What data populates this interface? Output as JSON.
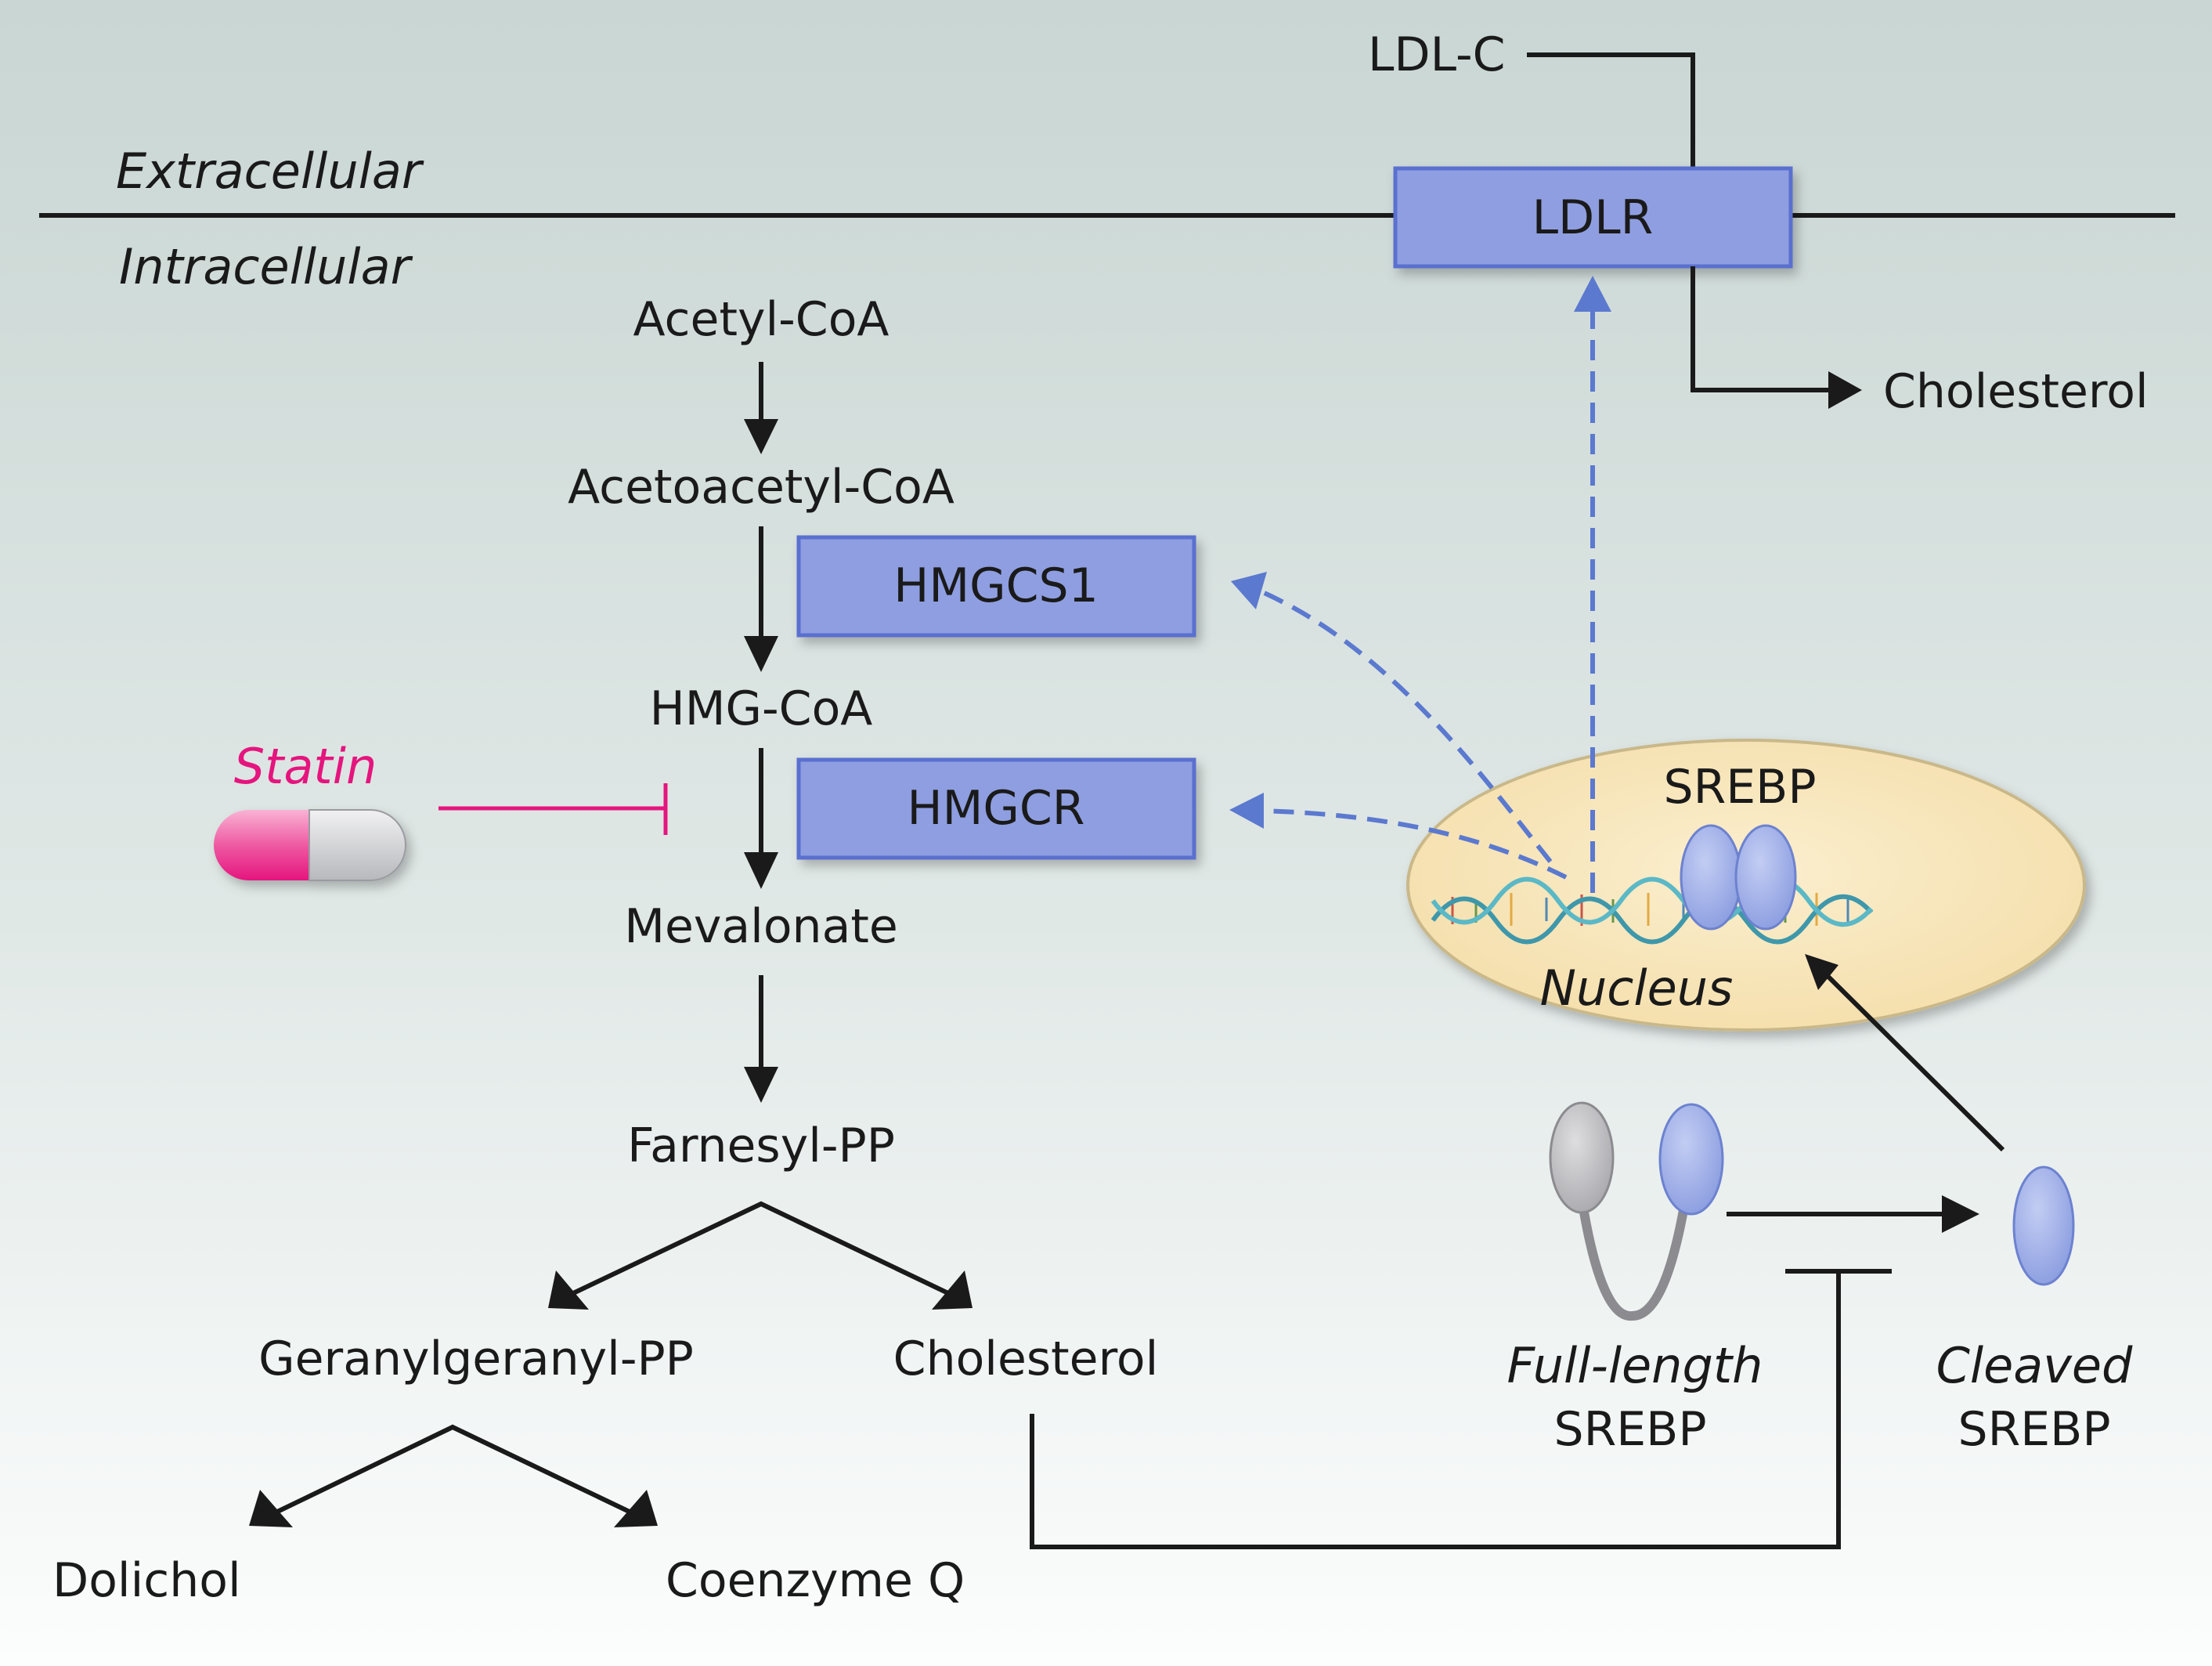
{
  "colors": {
    "background_top": "#c9d6d3",
    "background_bottom": "#fcfdfd",
    "box_fill": "#8e9ee0",
    "box_stroke": "#5a6fd0",
    "dashed_arrow": "#5b79cf",
    "statin": "#e5157e",
    "nucleus_fill": "#f4deaa",
    "srebp_blue": "#8b9de0",
    "srebp_gray": "#a9a9ad",
    "line": "#1a1a1a"
  },
  "regions": {
    "extracellular": "Extracellular",
    "intracellular": "Intracellular"
  },
  "pathway": {
    "acetyl_coa": "Acetyl-CoA",
    "acetoacetyl_coa": "Acetoacetyl-CoA",
    "hmg_coa": "HMG-CoA",
    "mevalonate": "Mevalonate",
    "farnesyl_pp": "Farnesyl-PP",
    "geranylgeranyl_pp": "Geranylgeranyl-PP",
    "cholesterol": "Cholesterol",
    "dolichol": "Dolichol",
    "coenzyme_q": "Coenzyme Q"
  },
  "enzymes": {
    "hmgcs1": "HMGCS1",
    "hmgcr": "HMGCR",
    "ldlr": "LDLR"
  },
  "ldl_c": "LDL-C",
  "ldlr_output": "Cholesterol",
  "statin": {
    "label": "Statin",
    "icon": "pill-icon"
  },
  "nucleus": {
    "label": "Nucleus",
    "srebp_label": "SREBP",
    "icons": [
      "dna-icon",
      "srebp-dimer-icon"
    ]
  },
  "srebp_forms": {
    "full_length_line1": "Full-length",
    "full_length_line2": "SREBP",
    "cleaved_line1": "Cleaved",
    "cleaved_line2": "SREBP"
  }
}
